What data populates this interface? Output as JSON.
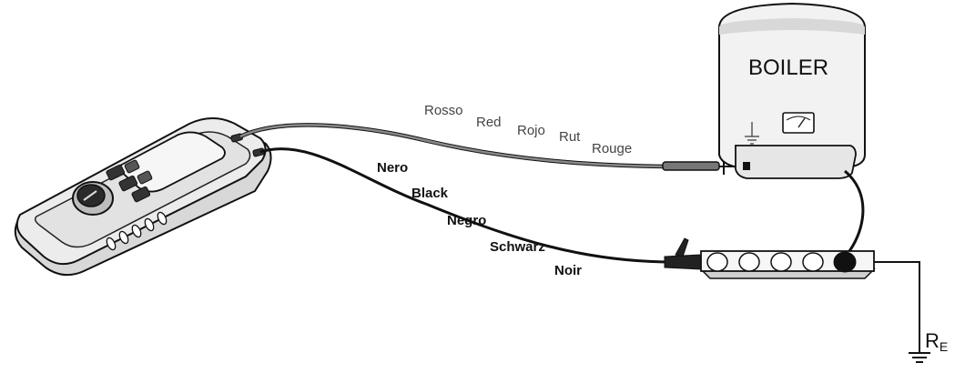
{
  "boiler": {
    "title": "BOILER"
  },
  "red_lead": {
    "color": "#8a8a8a",
    "labels": [
      "Rosso",
      "Red",
      "Rojo",
      "Rut",
      "Rouge"
    ]
  },
  "black_lead": {
    "color": "#111111",
    "labels": [
      "Nero",
      "Black",
      "Negro",
      "Schwarz",
      "Noir"
    ]
  },
  "earth_resistance": {
    "symbol": "R",
    "subscript": "E"
  },
  "icons": {
    "meter": "test-meter-icon",
    "gauge": "pressure-gauge-icon",
    "ground": "ground-symbol-icon",
    "clip": "crocodile-clip-icon",
    "probe": "test-probe-icon"
  }
}
